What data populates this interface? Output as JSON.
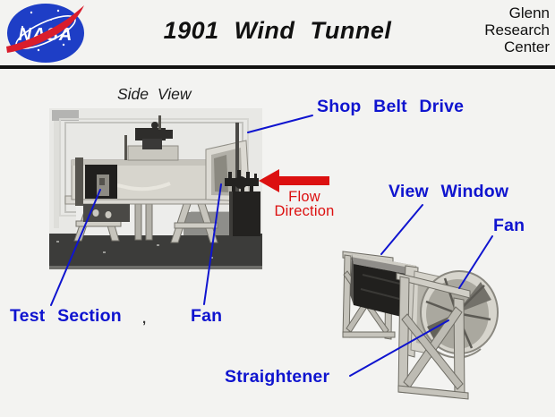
{
  "header": {
    "title": "1901 Wind Tunnel",
    "org_line1": "Glenn",
    "org_line2": "Research",
    "org_line3": "Center",
    "logo_text": "NASA"
  },
  "diagram": {
    "side_view_caption": "Side View",
    "shop_belt_drive": "Shop Belt Drive",
    "view_window": "View Window",
    "fan_right": "Fan",
    "fan_left": "Fan",
    "test_section": "Test Section",
    "straightener": "Straightener",
    "flow_line1": "Flow",
    "flow_line2": "Direction",
    "stray_mark": ","
  },
  "colors": {
    "label_blue": "#0f14cf",
    "flow_red": "#dc1010",
    "nasa_blue": "#1e3ec6",
    "nasa_red": "#d91d2c",
    "header_rule": "#111111",
    "page_bg": "#f3f3f1"
  }
}
